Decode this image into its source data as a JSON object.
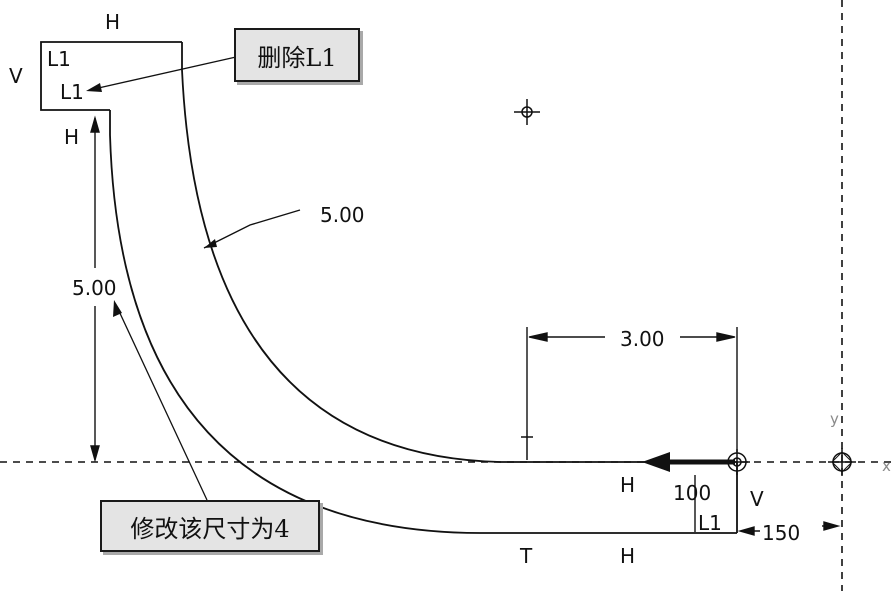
{
  "callouts": {
    "delete_label": "删除L1",
    "modify_label": "修改该尺寸为4"
  },
  "dimensions": {
    "outer_radius": "5.00",
    "vertical_length": "5.00",
    "horizontal_length": "3.00",
    "lower_value": "100",
    "offset_value": "150"
  },
  "constraints": {
    "h": "H",
    "v": "V",
    "t": "T",
    "l1": "L1",
    "axis_x": "x",
    "axis_y": "y"
  },
  "colors": {
    "line": "#111111",
    "callout_fill": "#e4e4e4",
    "callout_shadow": "#a9a9a9"
  }
}
